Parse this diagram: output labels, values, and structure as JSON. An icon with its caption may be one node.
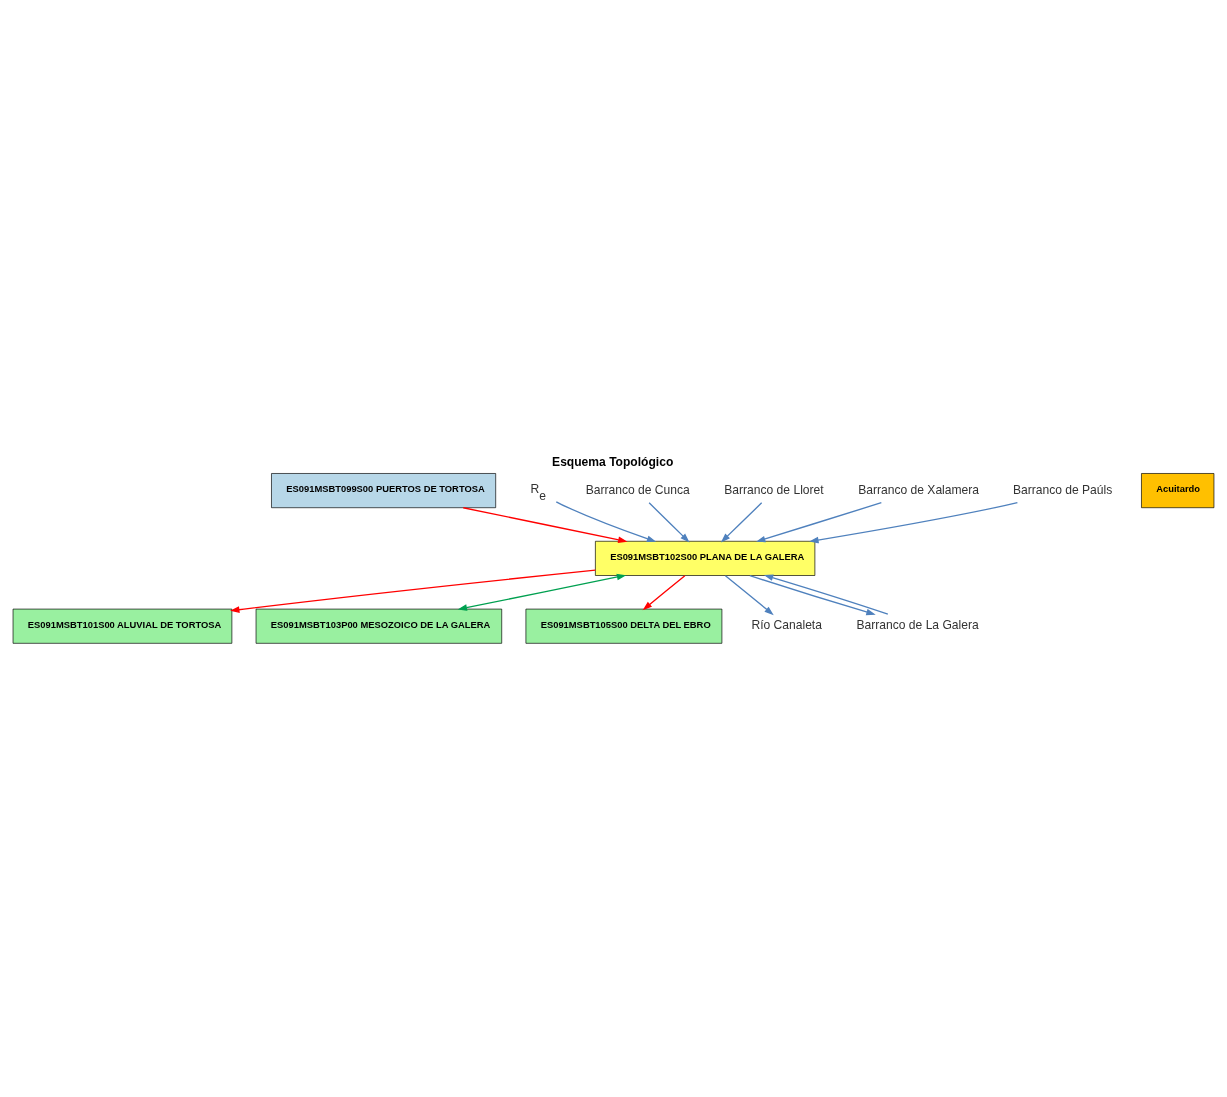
{
  "diagram": {
    "title": "Esquema Topológico",
    "nodes": [
      {
        "text": [
          "ES091MSBT099S00 PUERTOS DE TORTOSA"
        ]
      },
      {
        "text": [
          "ES091MSBT101S00 ALUVIAL DE TORTOSA"
        ]
      },
      {
        "text": [
          "ES091MSBT102S00 PLANA DE LA GALERA"
        ]
      },
      {
        "text": [
          "Acuitardo"
        ]
      },
      {
        "text": [
          "ES091MSBT103P00 MESOZOICO DE LA GALERA"
        ]
      },
      {
        "text": [
          "ES091MSBT105S00 DELTA DEL EBRO"
        ]
      },
      {
        "text": [
          "Río Canaleta"
        ]
      },
      {
        "text": [
          "R$_{e}$"
        ]
      },
      {
        "text": [
          "Barranco de Cunca"
        ]
      },
      {
        "text": [
          "Barranco de Lloret"
        ]
      },
      {
        "text": [
          "Barranco de Xalamera"
        ]
      },
      {
        "text": [
          "Barranco de Paúls"
        ]
      },
      {
        "text": [
          "Barranco de La Galera"
        ]
      }
    ],
    "edges": [
      {
        "from": 0,
        "to": 2,
        "arrow": "to",
        "color": "#ff0000"
      },
      {
        "from": 2,
        "to": 1,
        "arrow": "to",
        "color": "#ff0000"
      },
      {
        "from": 2,
        "to": 5,
        "arrow": "to",
        "color": "#ff0000"
      },
      {
        "from": 2,
        "to": 4,
        "arrow": "both",
        "color": "#00a050"
      },
      {
        "from": 2,
        "to": 6,
        "arrow": "to"
      },
      {
        "from": 7,
        "to": 2,
        "arrow": "to"
      },
      {
        "from": 8,
        "to": 2,
        "arrow": "to"
      },
      {
        "from": 9,
        "to": 2,
        "arrow": "to"
      },
      {
        "from": 10,
        "to": 2,
        "arrow": "to"
      },
      {
        "from": 11,
        "to": 2,
        "arrow": "to"
      },
      {
        "from": 12,
        "to": 2,
        "arrow": "to"
      },
      {
        "from": 2,
        "to": 12,
        "arrow": "to"
      }
    ]
  }
}
